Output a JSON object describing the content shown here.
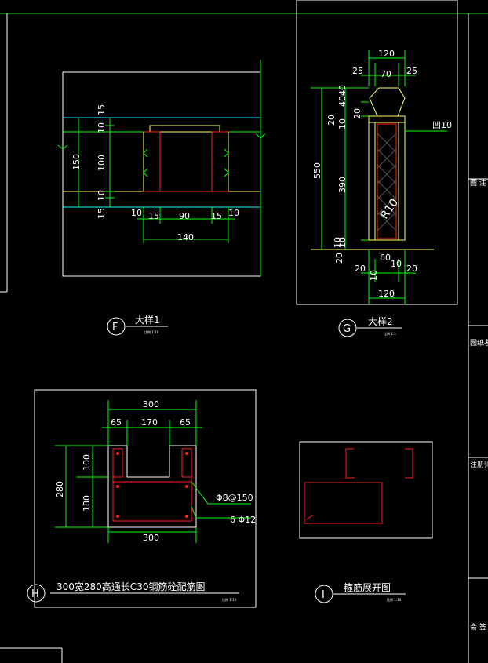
{
  "colors": {
    "background": "#000000",
    "frame": "#ffffff",
    "dimension": "#00ff00",
    "rebar": "#ff2020",
    "concrete": "#ffff66",
    "axis": "#00ffff"
  },
  "details": {
    "f": {
      "marker": "F",
      "title": "大样1",
      "scale": "比例 1:10",
      "dims": {
        "v_15_top": "15",
        "v_10_top": "10",
        "v_100": "100",
        "v_10_bot": "10",
        "v_15_bot": "15",
        "v_150": "150",
        "h_10_left": "10",
        "h_15_left": "15",
        "h_90": "90",
        "h_15_right": "15",
        "h_10_right": "10",
        "h_140": "140"
      }
    },
    "g": {
      "marker": "G",
      "title": "大样2",
      "scale": "比例 1:5",
      "dims": {
        "top_120": "120",
        "top_25_left": "25",
        "top_70": "70",
        "top_25_right": "25",
        "v_40_a": "40",
        "v_40_b": "40",
        "v_20_left": "20",
        "v_10_left": "10",
        "v_20_right": "20",
        "v_550": "550",
        "v_390": "390",
        "v_10_bot_a": "10",
        "v_10_bot_b": "10",
        "v_20_bot": "20",
        "bevel_label": "凹10",
        "radius_label": "R10",
        "b_60": "60",
        "b_20_left": "20",
        "b_10_left": "10",
        "b_10_right": "10",
        "b_20_right": "20",
        "b_120": "120"
      }
    },
    "h": {
      "marker": "H",
      "title": "300宽280高通长C30钢筋砼配筋图",
      "scale": "比例 1:10",
      "dims": {
        "w_300_top": "300",
        "w_65_left": "65",
        "w_170": "170",
        "w_65_right": "65",
        "h_280": "280",
        "h_100": "100",
        "h_180": "180",
        "w_300_bot": "300"
      },
      "rebar_stirrup": "Φ8@150",
      "rebar_main": "6 Φ12"
    },
    "i": {
      "marker": "I",
      "title": "箍筋展开图",
      "scale": "比例 1:10"
    }
  },
  "title_block": {
    "row1": "图 注",
    "row2": "图纸名",
    "row3": "注册师",
    "row4": "会 签"
  }
}
